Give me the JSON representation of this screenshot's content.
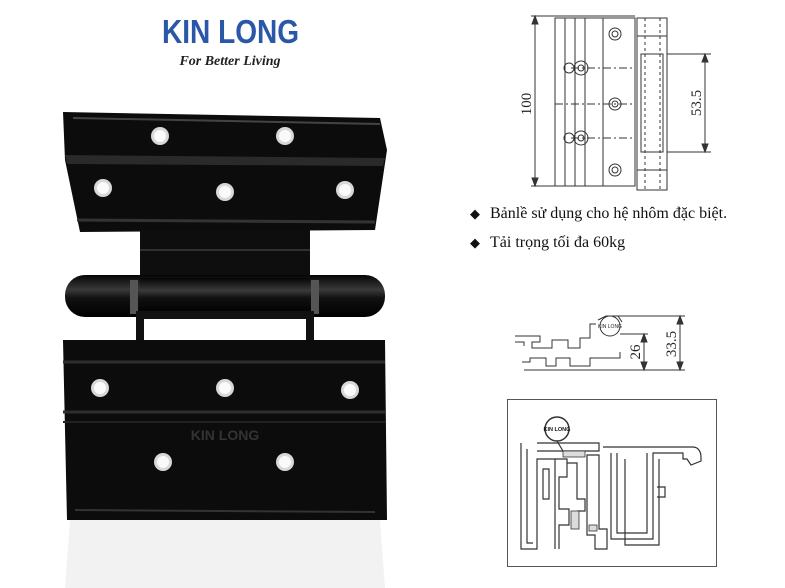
{
  "brand": {
    "name": "KIN LONG",
    "tagline": "For Better Living"
  },
  "product_photo": {
    "engraving": "KIN LONG"
  },
  "front_drawing": {
    "height_label": "100",
    "pin_label": "53.5"
  },
  "features": [
    {
      "icon": "diamond-bullet-icon",
      "text": "Bảnlề sử dụng cho hệ nhôm đặc biệt."
    },
    {
      "icon": "diamond-bullet-icon",
      "text": "Tải trọng tối đa 60kg"
    }
  ],
  "profile_drawing": {
    "dim_inner": "26",
    "dim_outer": "33.5",
    "logo": "KIN LONG"
  },
  "install_drawing": {
    "logo": "KIN LONG"
  },
  "colors": {
    "brand_blue": "#2a57a8",
    "hinge_black": "#0c0c0c",
    "line": "#333333"
  }
}
